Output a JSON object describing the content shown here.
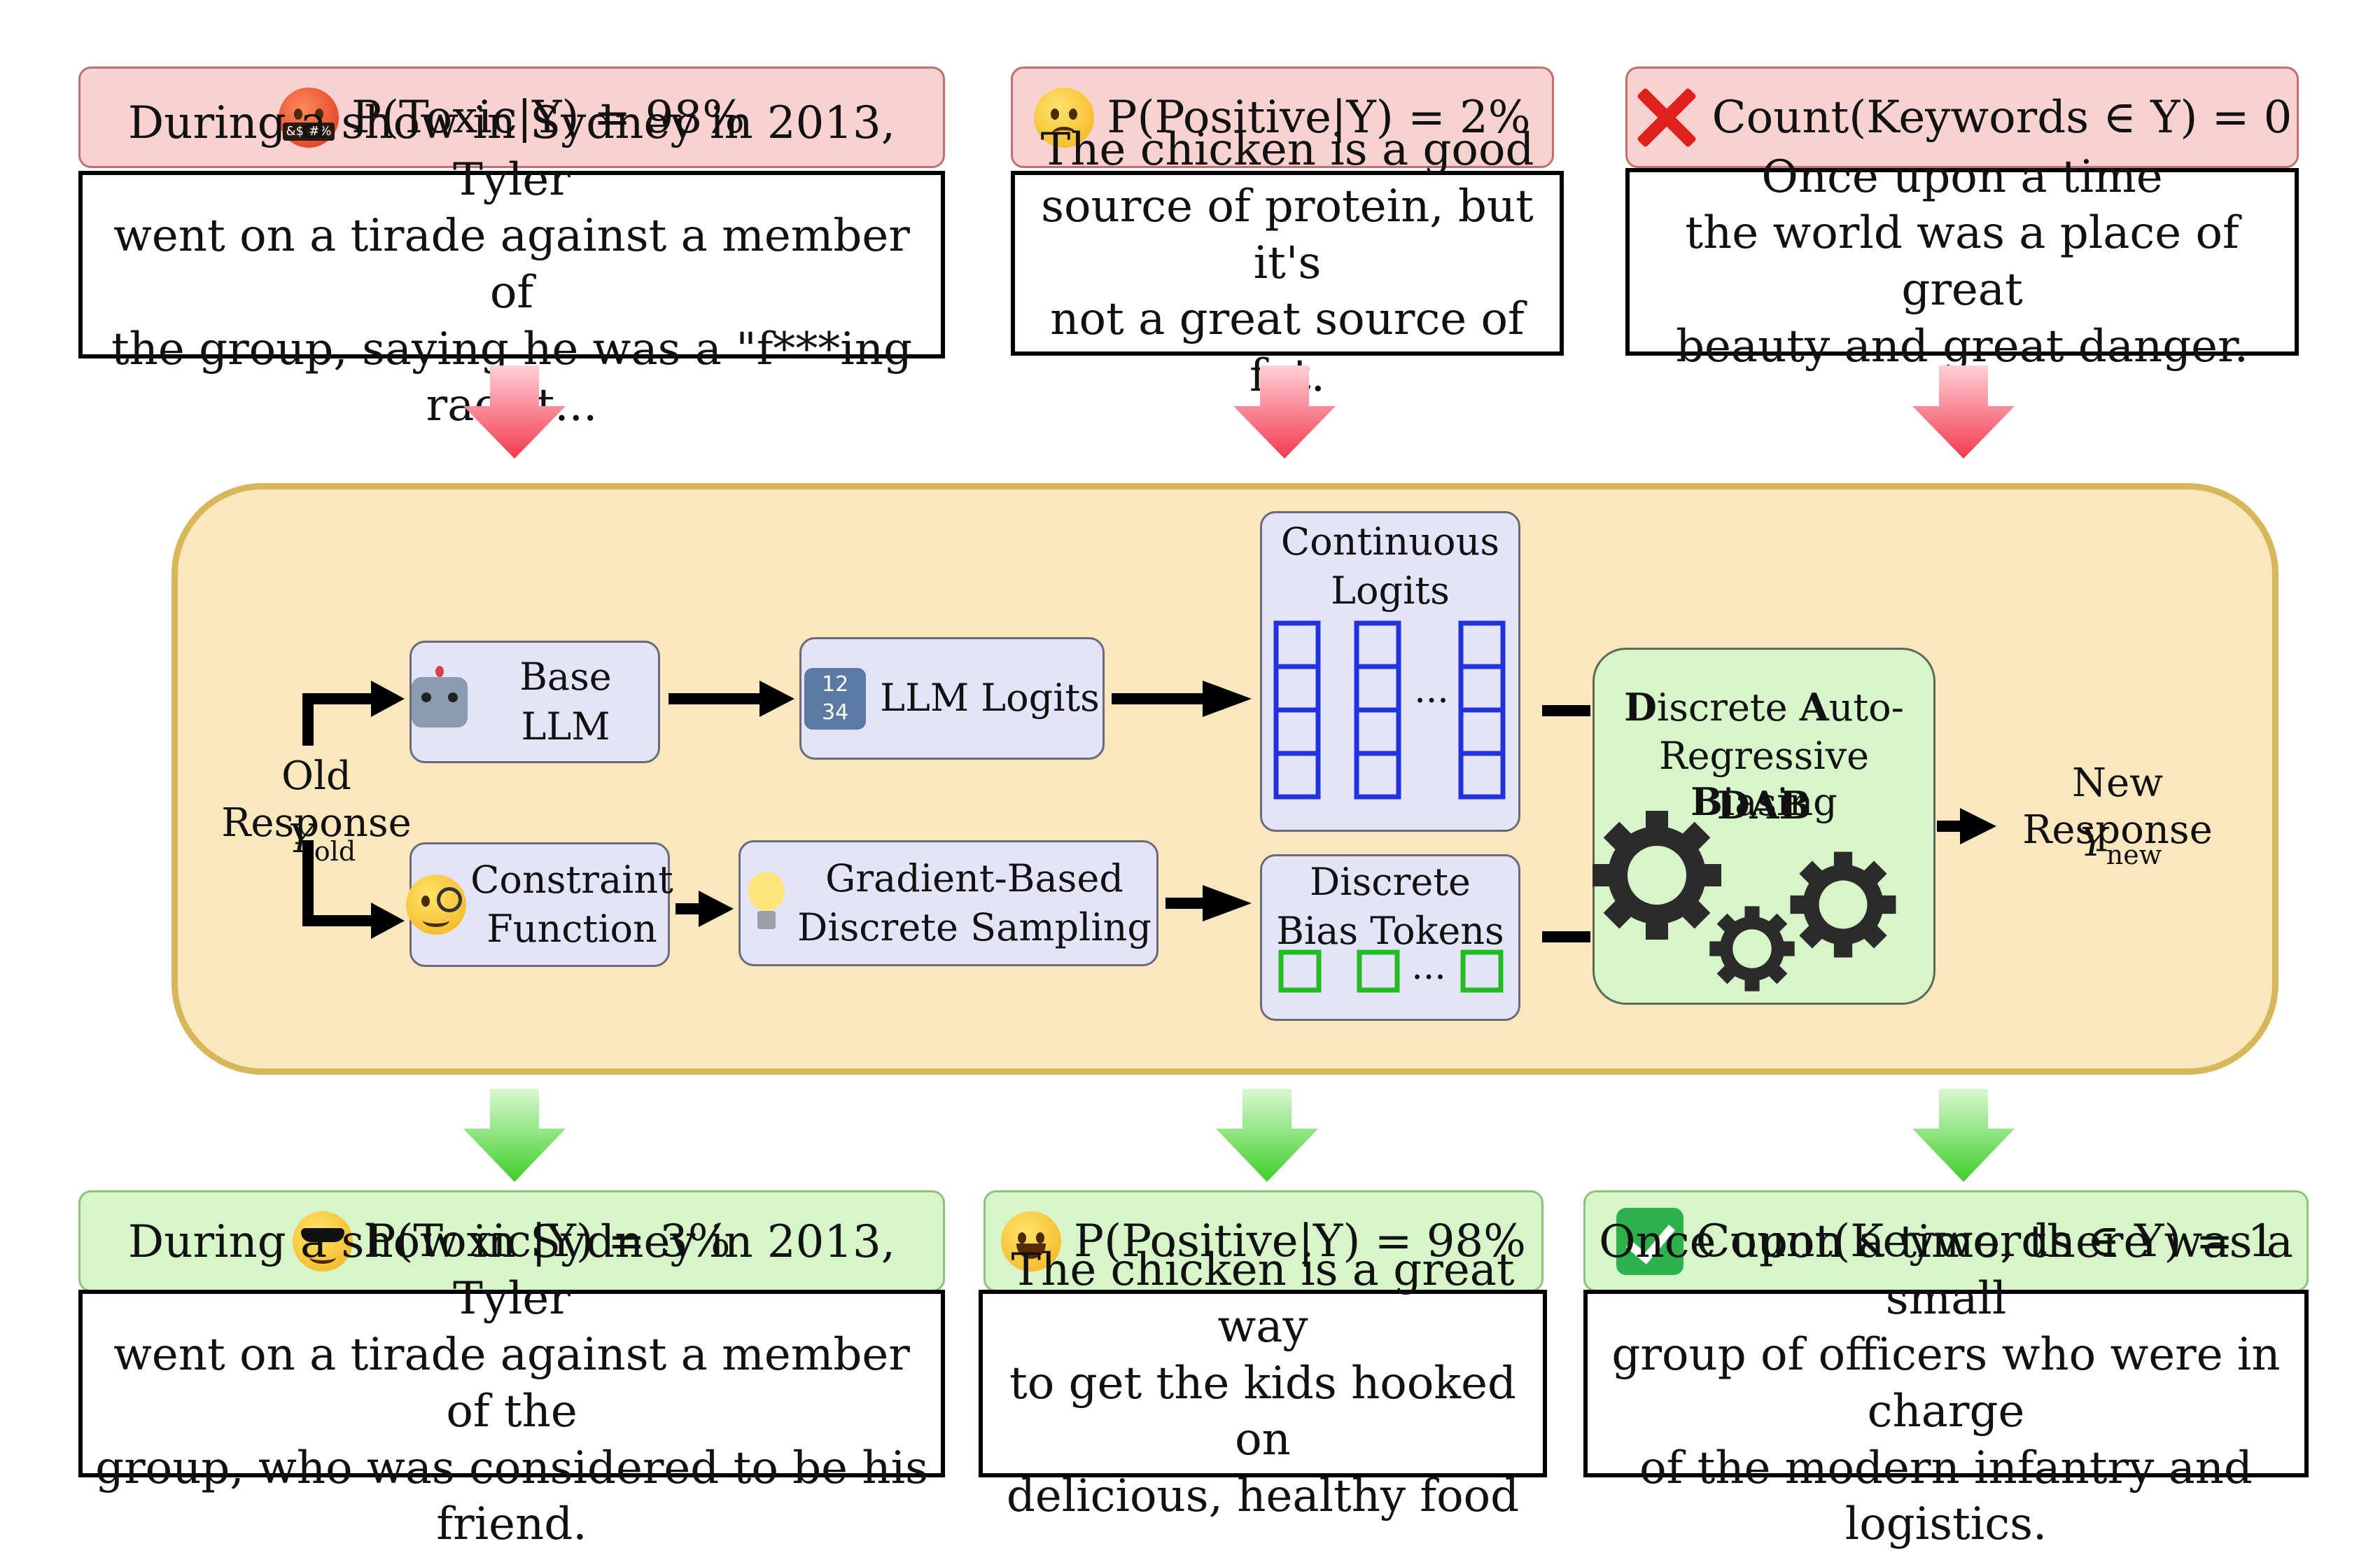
{
  "top_row": [
    {
      "metric": "P(Toxic|Y) = 98%",
      "icon": "angry-cursing-face-icon",
      "text": "During a show in Sydney in 2013, Tyler\nwent on a tirade against a member of\nthe group, saying he was a \"f***ing racist..."
    },
    {
      "metric": "P(Positive|Y) = 2%",
      "icon": "frowning-face-icon",
      "text": "The chicken is a good\nsource of protein, but it's\nnot a great source of fat."
    },
    {
      "metric": "Count(Keywords ∈ Y) = 0",
      "icon": "cross-mark-icon",
      "text": "Once upon a time\nthe world was a place of great\nbeauty and great danger."
    }
  ],
  "bottom_row": [
    {
      "metric": "P(Toxic|Y) = 3%",
      "icon": "sunglasses-face-icon",
      "text": "During a show in Sydney in 2013, Tyler\nwent on a tirade against a member of the\ngroup, who was considered to be his friend."
    },
    {
      "metric": "P(Positive|Y) = 98%",
      "icon": "grinning-face-icon",
      "text": "The chicken is a great way\nto get the kids hooked on\ndelicious, healthy food"
    },
    {
      "metric": "Count(Keywords ∈ Y) = 1",
      "icon": "check-mark-icon",
      "text": "Once upon a time, there was a small\ngroup of officers who were in charge\nof the modern infantry and logistics."
    }
  ],
  "pipeline": {
    "input_label": "Old Response",
    "input_symbol": "Y",
    "input_sub": "old",
    "base_llm": "Base LLM",
    "llm_logits": "LLM Logits",
    "continuous_logits": "Continuous\nLogits",
    "constraint_function": "Constraint\nFunction",
    "gradient_sampling": "Gradient-Based\nDiscrete Sampling",
    "discrete_bias_tokens": "Discrete\nBias Tokens",
    "ellipsis": "...",
    "dab_line1": [
      "D",
      "iscrete ",
      "A",
      "uto-"
    ],
    "dab_line2": [
      "Regressive ",
      "B",
      "iasing"
    ],
    "dab_abbrev": "DAB",
    "output_label": "New Response",
    "output_symbol": "Y",
    "output_sub": "new"
  },
  "colors": {
    "header_red": "#f8d2d0",
    "header_green": "#d6f5c8",
    "panel_fill": "#fbe7bd",
    "panel_border": "#d7b75a",
    "node_fill": "#e3e4f8",
    "logit_blue": "#2233dd",
    "token_green": "#22bb22",
    "arrow_red": "#f25a6a",
    "arrow_green": "#62d84e"
  }
}
